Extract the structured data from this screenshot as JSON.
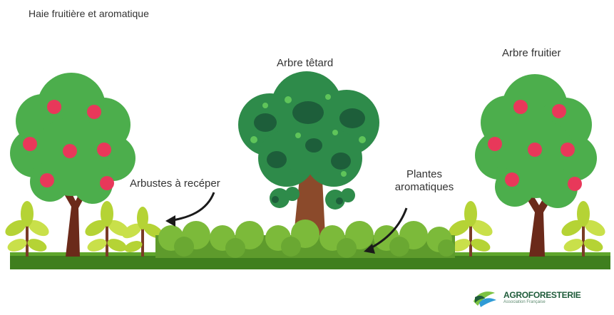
{
  "title": "Haie fruitière et aromatique",
  "labels": {
    "arbre_tetard": "Arbre têtard",
    "arbre_fruitier": "Arbre fruitier",
    "arbustes": "Arbustes à recéper",
    "plantes_line1": "Plantes",
    "plantes_line2": "aromatiques"
  },
  "logo": {
    "name": "AGROFORESTERIE",
    "subtitle": "Association Française"
  },
  "colors": {
    "fruit_tree_canopy": "#4cae4c",
    "fruit": "#e8385a",
    "tetard_canopy": "#2e8b4a",
    "tetard_spots": "#1d5e3a",
    "trunk": "#8b4a2b",
    "pruned_trunk": "#6b2a1a",
    "shrub": "#b5d335",
    "hedge": "#6aa832",
    "ground": "#3f7f1e",
    "arrow": "#1a1a1a"
  }
}
